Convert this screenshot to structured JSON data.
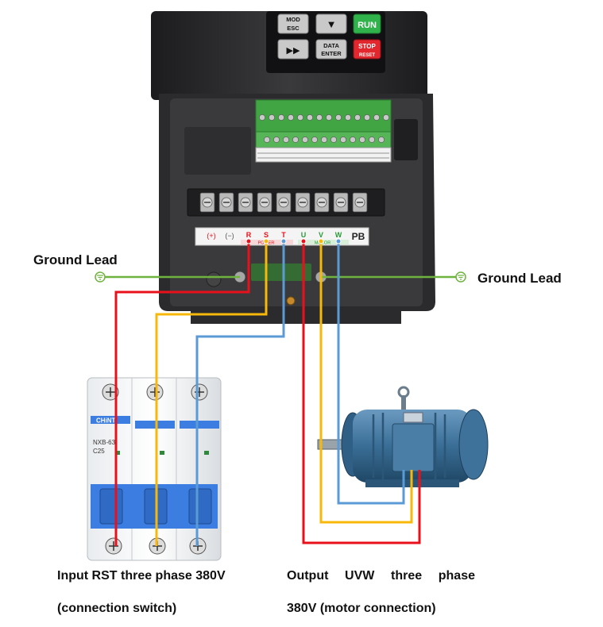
{
  "keypad": {
    "mod_esc_line1": "MOD",
    "mod_esc_line2": "ESC",
    "down_glyph": "▼",
    "run": "RUN",
    "shift_glyph": "▶▶",
    "data_enter_line1": "DATA",
    "data_enter_line2": "ENTER",
    "stop_reset_line1": "STOP",
    "stop_reset_line2": "RESET"
  },
  "terminal_strip": {
    "labels": [
      "(+)",
      "(−)",
      "R",
      "S",
      "T",
      "U",
      "V",
      "W",
      "PB"
    ],
    "power_label": "POWER",
    "motor_label": "MOTOR"
  },
  "breaker": {
    "brand": "CHiNT",
    "model": "NXB-63",
    "rating": "C25"
  },
  "ground_lead_left": "Ground Lead",
  "ground_lead_right": "Ground Lead",
  "captions": {
    "input_line1": "Input RST three phase 380V",
    "input_line2": "(connection switch)",
    "output_line1_words": [
      "Output",
      "UVW",
      "three",
      "phase"
    ],
    "output_line2": "380V (motor connection)"
  },
  "colors": {
    "wire_red": "#e8101a",
    "wire_yellow": "#f7b80a",
    "wire_blue": "#5b9bd5",
    "ground_green": "#6fb33f",
    "inverter_body": "#2a2a2c",
    "motor_blue": "#3a6e96",
    "breaker_blue": "#3b7de0"
  },
  "icons": [
    "ground-symbol-icon"
  ]
}
